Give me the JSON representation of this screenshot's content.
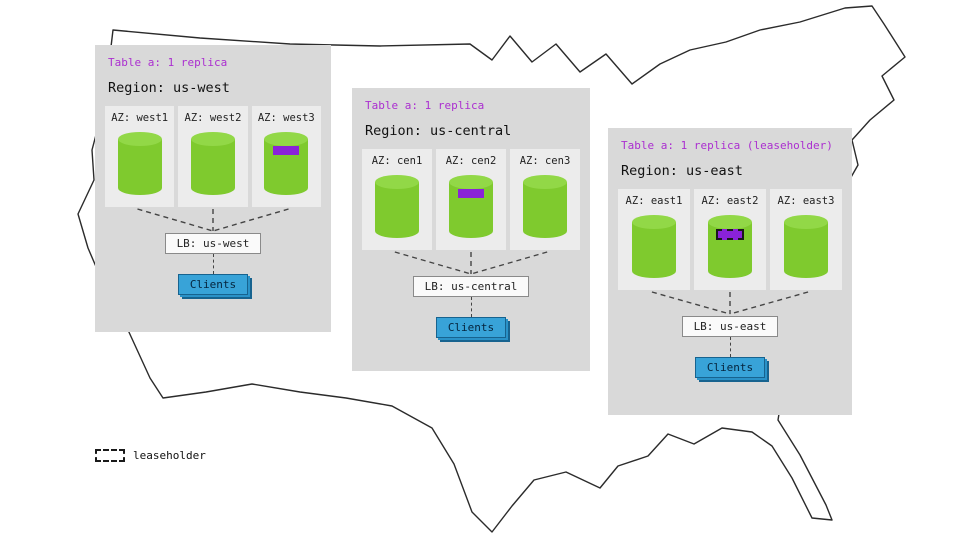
{
  "colors": {
    "region_bg": "#d9d9d9",
    "az_bg": "#ececec",
    "cylinder_green": "#7fca2e",
    "replica_purple": "#8a22d8",
    "table_label_purple": "#ab2fd0",
    "clients_blue": "#38a3d8"
  },
  "legend": {
    "label": "leaseholder"
  },
  "regions": [
    {
      "table_label": "Table a: 1 replica",
      "region_label": "Region: us-west",
      "azs": [
        {
          "label": "AZ: west1",
          "marker": "none"
        },
        {
          "label": "AZ: west2",
          "marker": "none"
        },
        {
          "label": "AZ: west3",
          "marker": "replica"
        }
      ],
      "lb_label": "LB: us-west",
      "clients_label": "Clients"
    },
    {
      "table_label": "Table a: 1 replica",
      "region_label": "Region: us-central",
      "azs": [
        {
          "label": "AZ: cen1",
          "marker": "none"
        },
        {
          "label": "AZ: cen2",
          "marker": "replica"
        },
        {
          "label": "AZ: cen3",
          "marker": "none"
        }
      ],
      "lb_label": "LB: us-central",
      "clients_label": "Clients"
    },
    {
      "table_label": "Table a: 1 replica (leaseholder)",
      "region_label": "Region: us-east",
      "azs": [
        {
          "label": "AZ: east1",
          "marker": "none"
        },
        {
          "label": "AZ: east2",
          "marker": "leaseholder"
        },
        {
          "label": "AZ: east3",
          "marker": "none"
        }
      ],
      "lb_label": "LB: us-east",
      "clients_label": "Clients"
    }
  ]
}
